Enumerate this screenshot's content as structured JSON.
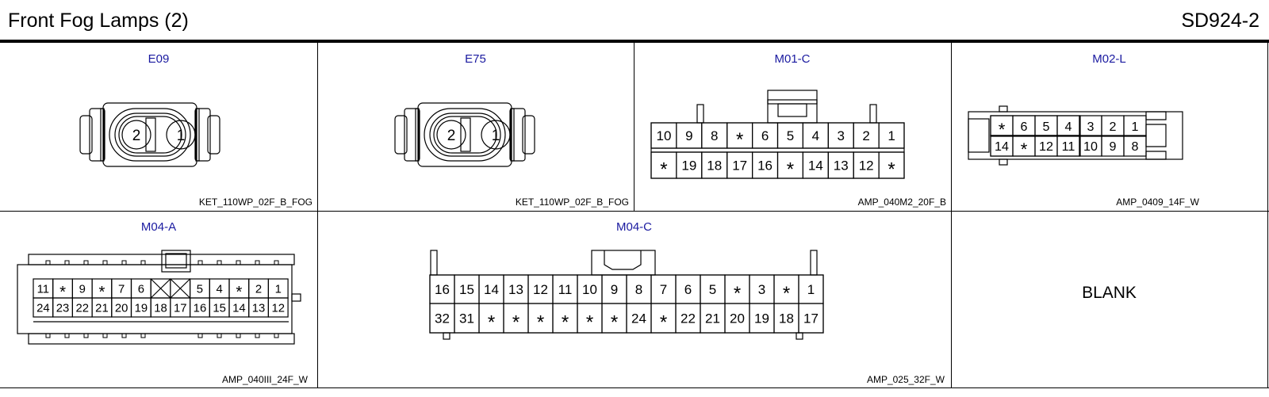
{
  "header": {
    "title": "Front Fog Lamps (2)",
    "code": "SD924-2"
  },
  "connectors": [
    {
      "id": "E09",
      "type": "KET_110WP_02F_B_FOG",
      "pins": [
        "2",
        "1"
      ]
    },
    {
      "id": "E75",
      "type": "KET_110WP_02F_B_FOG",
      "pins": [
        "2",
        "1"
      ]
    },
    {
      "id": "M01-C",
      "type": "AMP_040M2_20F_B",
      "rows": [
        [
          "10",
          "9",
          "8",
          "*",
          "6",
          "5",
          "4",
          "3",
          "2",
          "1"
        ],
        [
          "*",
          "19",
          "18",
          "17",
          "16",
          "*",
          "14",
          "13",
          "12",
          "*"
        ]
      ]
    },
    {
      "id": "M02-L",
      "type": "AMP_0409_14F_W",
      "rows": [
        [
          "*",
          "6",
          "5",
          "4",
          "3",
          "2",
          "1"
        ],
        [
          "14",
          "*",
          "12",
          "11",
          "10",
          "9",
          "8"
        ]
      ]
    },
    {
      "id": "M04-A",
      "type": "AMP_040III_24F_W",
      "rows": [
        [
          "11",
          "*",
          "9",
          "*",
          "7",
          "6",
          "",
          "",
          "5",
          "4",
          "*",
          "2",
          "1"
        ],
        [
          "24",
          "23",
          "22",
          "21",
          "20",
          "19",
          "18",
          "17",
          "16",
          "15",
          "14",
          "13",
          "12"
        ]
      ]
    },
    {
      "id": "M04-C",
      "type": "AMP_025_32F_W",
      "rows": [
        [
          "16",
          "15",
          "14",
          "13",
          "12",
          "11",
          "10",
          "9",
          "8",
          "7",
          "6",
          "5",
          "*",
          "3",
          "*",
          "1"
        ],
        [
          "32",
          "31",
          "*",
          "*",
          "*",
          "*",
          "*",
          "*",
          "24",
          "*",
          "22",
          "21",
          "20",
          "19",
          "18",
          "17"
        ]
      ]
    }
  ],
  "blank_label": "BLANK"
}
